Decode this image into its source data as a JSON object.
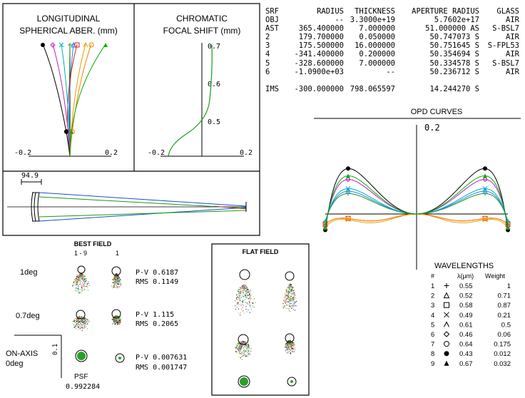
{
  "spherical_plot": {
    "title_line1": "LONGITUDINAL",
    "title_line2": "SPHERICAL ABER. (mm)",
    "x_min_label": "-0.2",
    "x_max_label": "0.2"
  },
  "focal_shift_plot": {
    "title_line1": "CHROMATIC",
    "title_line2": "FOCAL SHIFT (mm)",
    "x_min_label": "-0.2",
    "x_max_label": "0.2",
    "y_labels": [
      "0.7",
      "0.6",
      "0.5"
    ]
  },
  "layout_scale_label": "94.9",
  "prescription": {
    "headers": [
      "SRF",
      "RADIUS",
      "THICKNESS",
      "APERTURE RADIUS",
      "GLASS"
    ],
    "rows": [
      {
        "srf": "OBJ",
        "radius": "--",
        "thickness": "3.3000e+19",
        "aperture": "5.7602e+17",
        "flag": "",
        "glass": "AIR"
      },
      {
        "srf": "AST",
        "radius": "365.400000",
        "thickness": "7.000000",
        "aperture": "51.000000",
        "flag": "AS",
        "glass": "S-BSL7"
      },
      {
        "srf": "2",
        "radius": "179.700000",
        "thickness": "0.050000",
        "aperture": "50.747073",
        "flag": "S",
        "glass": "AIR"
      },
      {
        "srf": "3",
        "radius": "175.500000",
        "thickness": "16.000000",
        "aperture": "50.751645",
        "flag": "S",
        "glass": "S-FPL53"
      },
      {
        "srf": "4",
        "radius": "-341.400000",
        "thickness": "0.200000",
        "aperture": "50.354694",
        "flag": "S",
        "glass": "AIR"
      },
      {
        "srf": "5",
        "radius": "-328.600000",
        "thickness": "7.000000",
        "aperture": "50.334578",
        "flag": "S",
        "glass": "S-BSL7"
      },
      {
        "srf": "6",
        "radius": "-1.0900e+03",
        "thickness": "--",
        "aperture": "50.236712",
        "flag": "S",
        "glass": "AIR"
      }
    ],
    "ims": {
      "srf": "IMS",
      "radius": "-300.000000",
      "thickness": "798.065597",
      "aperture": "14.244270",
      "flag": "S",
      "glass": ""
    }
  },
  "opd": {
    "title": "OPD CURVES",
    "scale_label": "0.2"
  },
  "best_field": {
    "title": "BEST FIELD",
    "col_label_1": "1 - 9",
    "col_label_2": "1",
    "fields": [
      {
        "label": "1deg",
        "pv": "P-V 0.6187",
        "rms": "RMS 0.1149"
      },
      {
        "label": "0.7deg",
        "pv": "P-V 1.115",
        "rms": "RMS 0.2065"
      },
      {
        "label": "ON-AXIS",
        "label2": "0deg",
        "pv": "P-V 0.007631",
        "rms": "RMS 0.001747"
      }
    ],
    "scale_label": "0.1",
    "psf_label": "PSF",
    "psf_value": "0.992284"
  },
  "flat_field": {
    "title": "FLAT FIELD"
  },
  "wavelengths": {
    "title": "WAVELENGTHS",
    "col_num": "#",
    "col_lambda": "λ(μm)",
    "col_weight": "Weight",
    "items": [
      {
        "n": "1",
        "marker": "plus",
        "lambda": "0.55",
        "weight": "1",
        "color": "#1a9a1a"
      },
      {
        "n": "2",
        "marker": "triangle-open",
        "lambda": "0.52",
        "weight": "0.71",
        "color": "#2a7fff"
      },
      {
        "n": "3",
        "marker": "square-open",
        "lambda": "0.58",
        "weight": "0.87",
        "color": "#d42020"
      },
      {
        "n": "4",
        "marker": "cross",
        "lambda": "0.49",
        "weight": "0.21",
        "color": "#00b0b0"
      },
      {
        "n": "5",
        "marker": "caret",
        "lambda": "0.61",
        "weight": "0.5",
        "color": "#e0a000"
      },
      {
        "n": "6",
        "marker": "diamond-open",
        "lambda": "0.46",
        "weight": "0.06",
        "color": "#c020c0"
      },
      {
        "n": "7",
        "marker": "circle-open",
        "lambda": "0.64",
        "weight": "0.175",
        "color": "#ff8000"
      },
      {
        "n": "8",
        "marker": "circle-filled",
        "lambda": "0.43",
        "weight": "0.012",
        "color": "#000000"
      },
      {
        "n": "9",
        "marker": "triangle-filled",
        "lambda": "0.67",
        "weight": "0.032",
        "color": "#00b000"
      }
    ]
  }
}
